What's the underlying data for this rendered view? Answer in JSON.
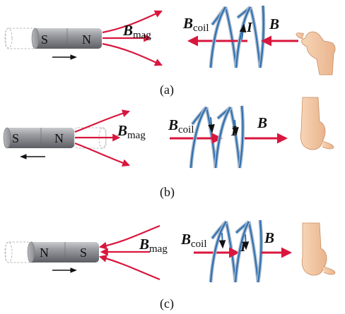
{
  "colors": {
    "field_red": "#d9163d",
    "coil_blue": "#2f6fb0",
    "coil_halo": "#a7b9cc",
    "magnet_gray": "#8d8f95",
    "skin": "#f3c9a5",
    "arrow_black": "#111111"
  },
  "panels": [
    {
      "label": "(a)",
      "magnet": {
        "left_pole": "S",
        "right_pole": "N",
        "motion": "right"
      },
      "field_lines": "diverge-right",
      "b_mag": {
        "symbol": "B",
        "subscript": "mag"
      },
      "b_coil": {
        "symbol": "B",
        "subscript": "coil",
        "direction": "left"
      },
      "current": "I",
      "b_field": {
        "symbol": "B",
        "direction": "left"
      },
      "hand": "thumb-left"
    },
    {
      "label": "(b)",
      "magnet": {
        "left_pole": "S",
        "right_pole": "N",
        "motion": "left"
      },
      "field_lines": "diverge-right",
      "b_mag": {
        "symbol": "B",
        "subscript": "mag"
      },
      "b_coil": {
        "symbol": "B",
        "subscript": "coil",
        "direction": "right"
      },
      "current": "I",
      "b_field": {
        "symbol": "B",
        "direction": "right"
      },
      "hand": "thumb-right"
    },
    {
      "label": "(c)",
      "magnet": {
        "left_pole": "N",
        "right_pole": "S",
        "motion": "right"
      },
      "field_lines": "converge-left",
      "b_mag": {
        "symbol": "B",
        "subscript": "mag"
      },
      "b_coil": {
        "symbol": "B",
        "subscript": "coil",
        "direction": "right"
      },
      "current": "I",
      "b_field": {
        "symbol": "B",
        "direction": "right"
      },
      "hand": "thumb-right"
    }
  ]
}
